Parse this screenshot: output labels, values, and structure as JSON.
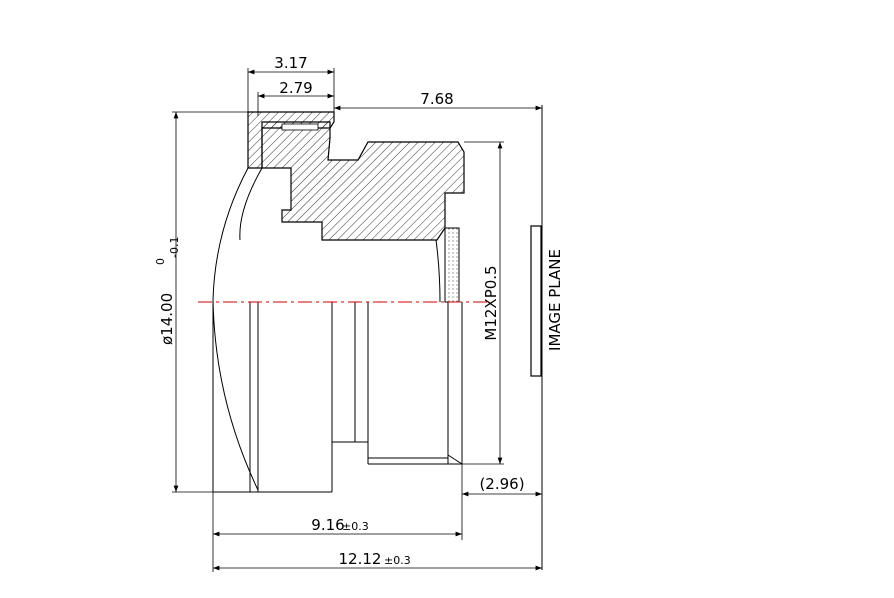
{
  "dimensions": {
    "flange_width": "3.17",
    "flange_inner_width": "2.79",
    "body_length": "7.68",
    "diameter_main": "ø14.00",
    "diameter_tol_upper": "0",
    "diameter_tol_lower": "-0.1",
    "thread": "M12XP0.5",
    "back_focus": "(2.96)",
    "length_to_end": "9.16",
    "length_to_end_tol": "±0.3",
    "total_length": "12.12",
    "total_length_tol": "±0.3"
  },
  "labels": {
    "image_plane": "IMAGE PLANE"
  },
  "colors": {
    "line": "#000000",
    "centerline": "#d00000"
  }
}
